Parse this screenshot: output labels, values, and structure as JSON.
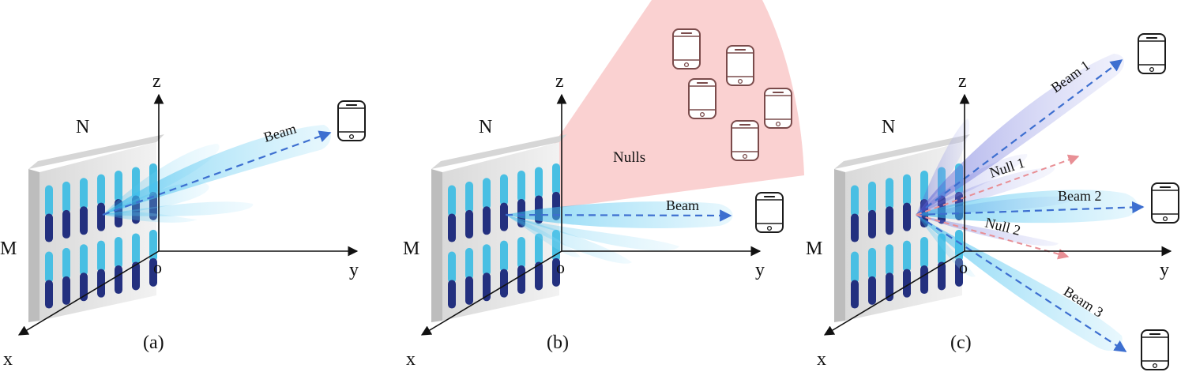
{
  "panels": [
    {
      "caption": "(a)",
      "axes": {
        "z": "z",
        "y": "y",
        "x": "x",
        "origin": "o"
      },
      "array": {
        "cols_label": "N",
        "rows_label": "M"
      },
      "beams": [
        {
          "label": "Beam"
        }
      ],
      "nulls": [],
      "users": 1
    },
    {
      "caption": "(b)",
      "axes": {
        "z": "z",
        "y": "y",
        "x": "x",
        "origin": "o"
      },
      "array": {
        "cols_label": "N",
        "rows_label": "M"
      },
      "beams": [
        {
          "label": "Beam"
        }
      ],
      "null_region": {
        "label": "Nulls"
      },
      "users": 6
    },
    {
      "caption": "(c)",
      "axes": {
        "z": "z",
        "y": "y",
        "x": "x",
        "origin": "o"
      },
      "array": {
        "cols_label": "N",
        "rows_label": "M"
      },
      "beams": [
        {
          "label": "Beam 1"
        },
        {
          "label": "Beam 2"
        },
        {
          "label": "Beam 3"
        }
      ],
      "nulls": [
        {
          "label": "Null 1"
        },
        {
          "label": "Null 2"
        }
      ],
      "users": 3
    }
  ],
  "colors": {
    "panel_face": "#ededed",
    "panel_side": "#bdbdbd",
    "panel_top": "#d6d6d6",
    "element_light": "#49bfe3",
    "element_dark": "#23307f",
    "beam_light": "#c4ebfa",
    "beam_arrow": "#3d6fd0",
    "beam_purple": "#7f83de",
    "null_region": "#f9c9c9",
    "null_arrow": "#e88f95",
    "phone_dark": "#1a1a1a",
    "phone_brown": "#7a4b4b"
  },
  "icons": [
    "smartphone-icon"
  ]
}
